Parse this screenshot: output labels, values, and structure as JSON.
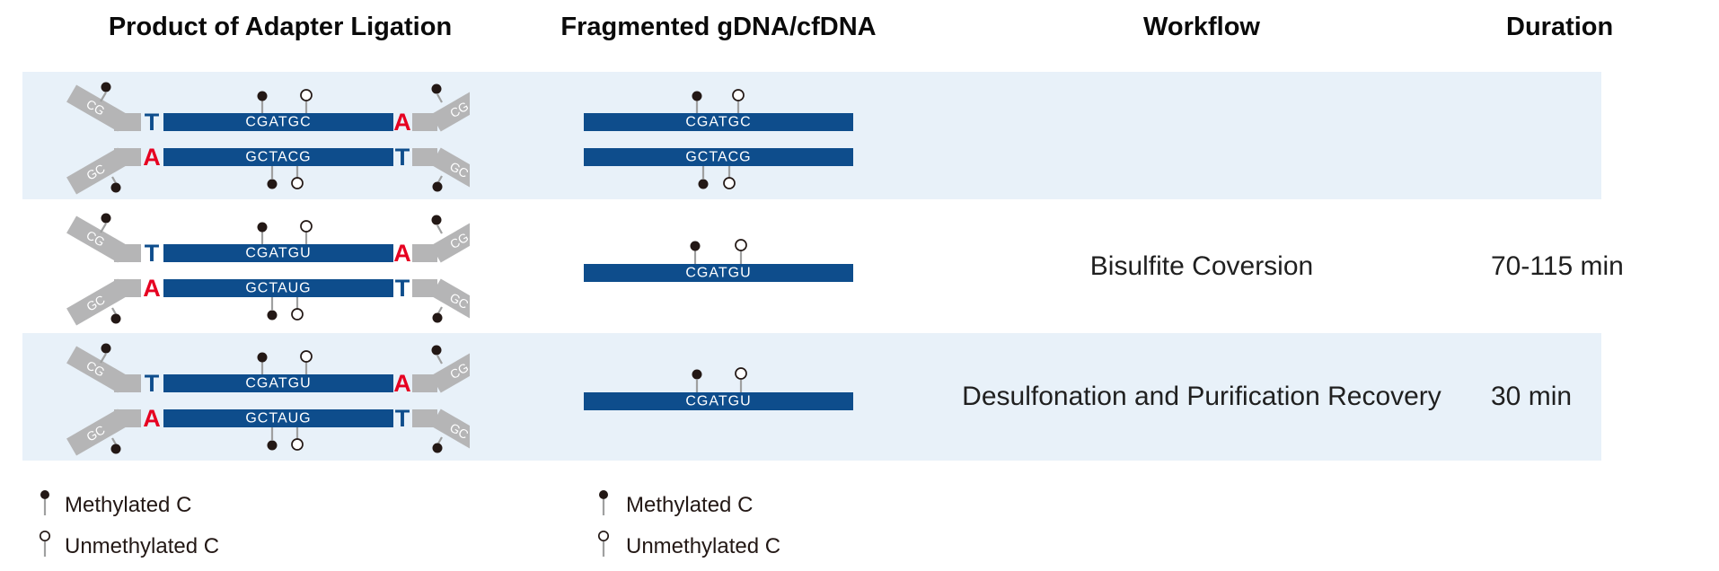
{
  "header": {
    "product": "Product of Adapter Ligation",
    "fragment": "Fragmented gDNA/cfDNA",
    "workflow": "Workflow",
    "duration": "Duration"
  },
  "rows": [
    {
      "product": {
        "top": {
          "adapter_left": "CG",
          "overhang_left": "T",
          "seq": "CGATGC",
          "overhang_right": "A",
          "adapter_right": "CG"
        },
        "bottom": {
          "adapter_left": "GC",
          "overhang_left": "A",
          "seq": "GCTACG",
          "overhang_right": "T",
          "adapter_right": "GC"
        }
      },
      "fragment": {
        "top_seq": "CGATGC",
        "bottom_seq": "GCTACG"
      },
      "workflow": "",
      "duration": ""
    },
    {
      "product": {
        "top": {
          "adapter_left": "CG",
          "overhang_left": "T",
          "seq": "CGATGU",
          "overhang_right": "A",
          "adapter_right": "CG"
        },
        "bottom": {
          "adapter_left": "GC",
          "overhang_left": "A",
          "seq": "GCTAUG",
          "overhang_right": "T",
          "adapter_right": "GC"
        }
      },
      "fragment": {
        "seq": "CGATGU"
      },
      "workflow": "Bisulfite Coversion",
      "duration": "70-115 min"
    },
    {
      "product": {
        "top": {
          "adapter_left": "CG",
          "overhang_left": "T",
          "seq": "CGATGU",
          "overhang_right": "A",
          "adapter_right": "CG"
        },
        "bottom": {
          "adapter_left": "GC",
          "overhang_left": "A",
          "seq": "GCTAUG",
          "overhang_right": "T",
          "adapter_right": "GC"
        }
      },
      "fragment": {
        "seq": "CGATGU"
      },
      "workflow": "Desulfonation and Purification Recovery",
      "duration": "30 min"
    }
  ],
  "legend": {
    "methylated": "Methylated C",
    "unmethylated": "Unmethylated C",
    "methylated_icon": "filled-lollipop",
    "unmethylated_icon": "open-lollipop"
  },
  "palette": {
    "row_band": "#e8f1f9",
    "strand_navy": "#0e4d8c",
    "overhang_red": "#e60021",
    "adapter_gray": "#b5b5b6",
    "dot_dark": "#231815",
    "stem_gray": "#9fa0a0"
  }
}
